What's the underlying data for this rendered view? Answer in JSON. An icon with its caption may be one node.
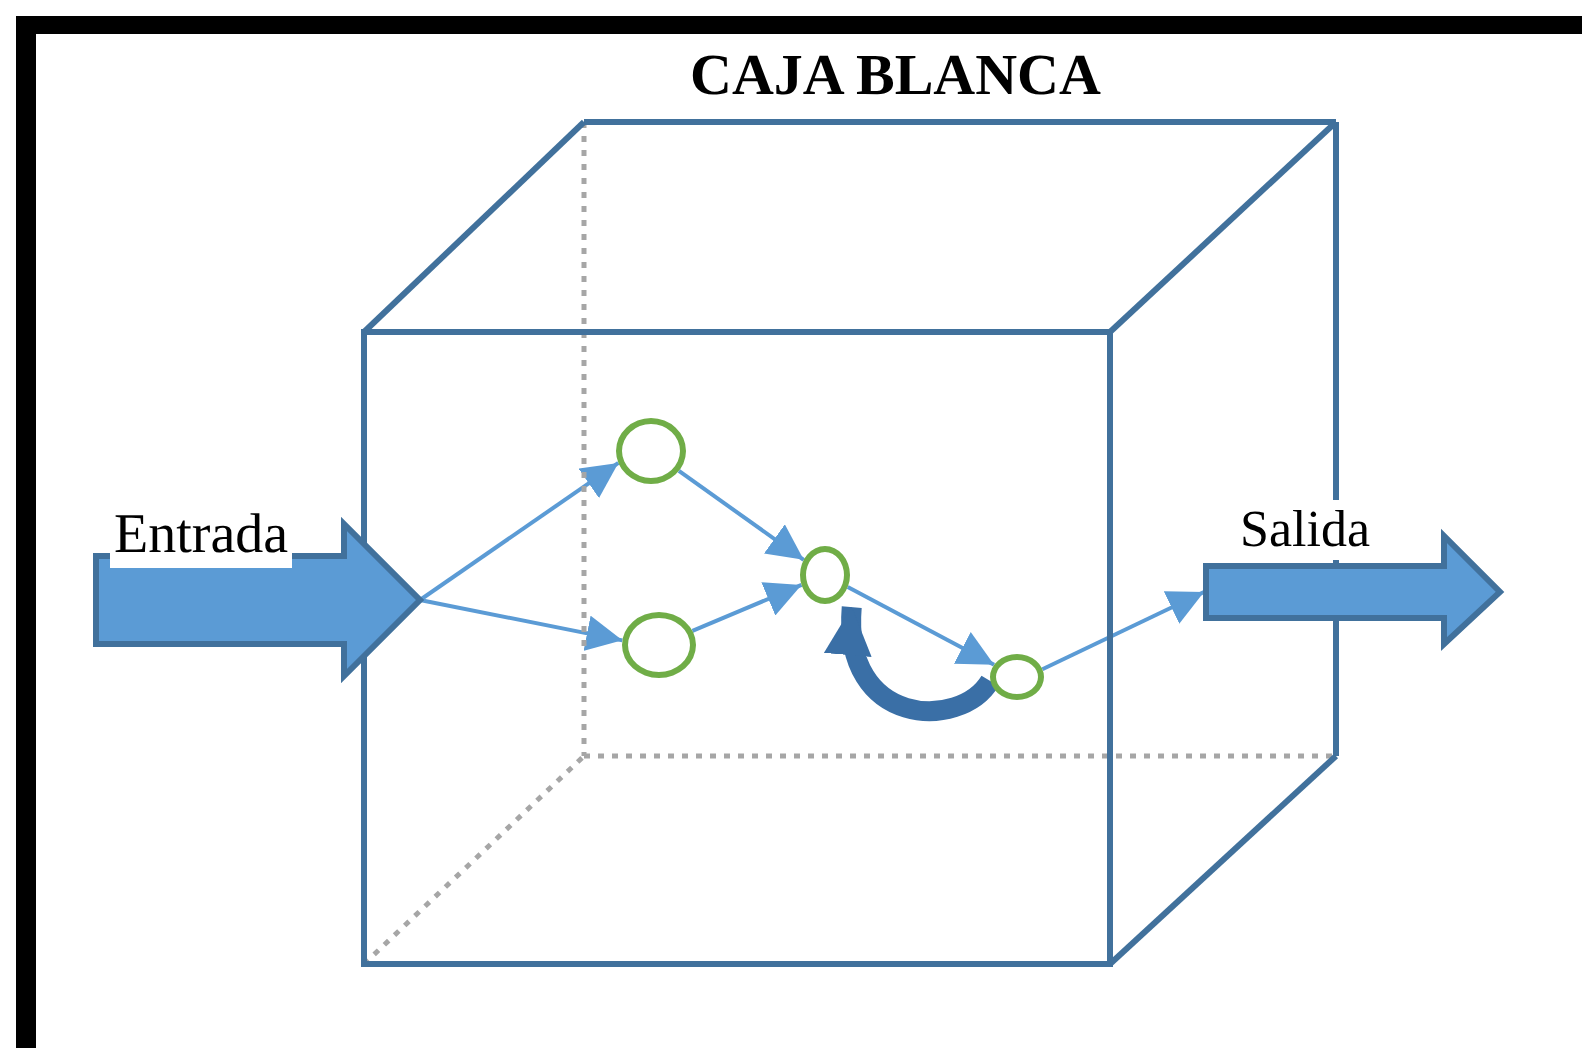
{
  "diagram": {
    "nodes": [
      {
        "text": [
          "CAJA BLANCA"
        ]
      },
      {
        "text": [
          "Entrada"
        ]
      },
      {
        "text": [
          "Salida"
        ]
      },
      {
        "text": [],
        "shape": "circle",
        "in": 0
      },
      {
        "text": [],
        "shape": "circle",
        "in": 0
      },
      {
        "text": [],
        "shape": "circle",
        "in": 0
      },
      {
        "text": [],
        "shape": "circle",
        "in": 0
      }
    ],
    "edges": [
      {
        "from": 1,
        "to": 3,
        "arrow": "to"
      },
      {
        "from": 1,
        "to": 4,
        "arrow": "to"
      },
      {
        "from": 3,
        "to": 5,
        "arrow": "to"
      },
      {
        "from": 4,
        "to": 5,
        "arrow": "to"
      },
      {
        "from": 5,
        "to": 6,
        "arrow": "to"
      },
      {
        "from": 6,
        "to": 2,
        "arrow": "to"
      },
      {
        "from": 6,
        "to": 5,
        "arrow": "to",
        "style": "thick",
        "color": "#3a6fa6"
      }
    ]
  }
}
